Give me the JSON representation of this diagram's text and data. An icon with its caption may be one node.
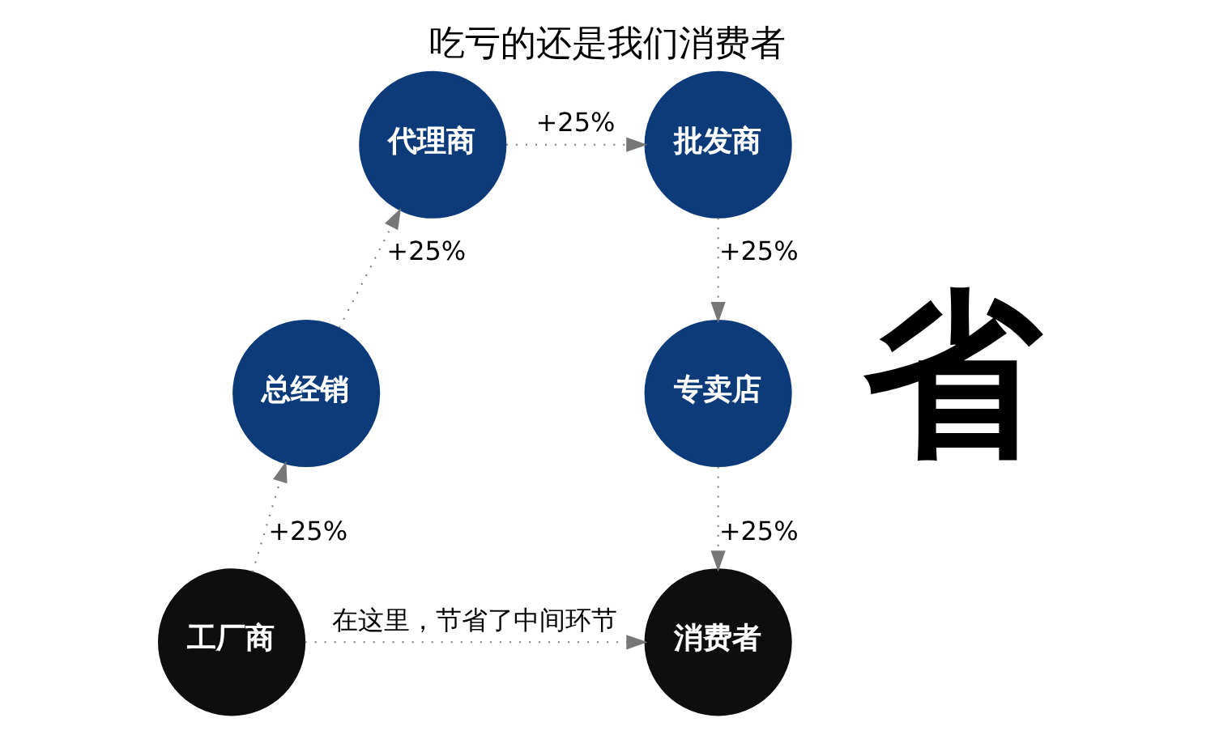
{
  "diagram": {
    "title": "吃亏的还是我们消费者",
    "nodes": [
      {
        "text": [
          "工厂商"
        ]
      },
      {
        "text": [
          "总经销"
        ]
      },
      {
        "text": [
          "代理商"
        ]
      },
      {
        "text": [
          "批发商"
        ]
      },
      {
        "text": [
          "专卖店"
        ]
      },
      {
        "text": [
          "消费者"
        ]
      }
    ],
    "edges": [
      {
        "from": 0,
        "to": 1,
        "arrow": "to",
        "label": "+25%"
      },
      {
        "from": 1,
        "to": 2,
        "arrow": "to",
        "label": "+25%"
      },
      {
        "from": 2,
        "to": 3,
        "arrow": "to",
        "label": "+25%"
      },
      {
        "from": 3,
        "to": 4,
        "arrow": "to",
        "label": "+25%"
      },
      {
        "from": 4,
        "to": 5,
        "arrow": "to",
        "label": "+25%"
      },
      {
        "from": 0,
        "to": 5,
        "arrow": "to",
        "label": "在这里，节省了中间环节"
      }
    ],
    "labels": [
      "省"
    ]
  }
}
